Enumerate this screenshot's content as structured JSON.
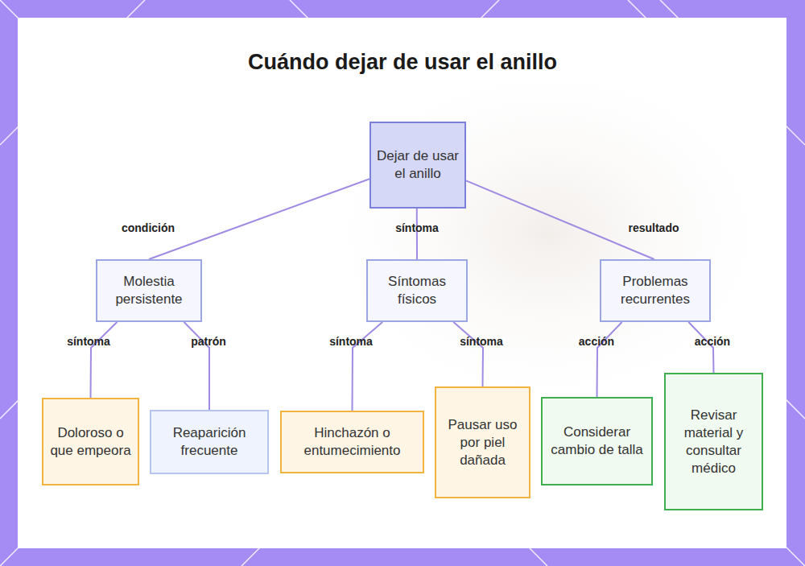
{
  "diagram": {
    "title": "Cuándo dejar de usar el anillo",
    "nodes": [
      {
        "text": [
          "Dejar de usar el anillo"
        ]
      },
      {
        "text": [
          "Molestia persistente"
        ]
      },
      {
        "text": [
          "Síntomas físicos"
        ]
      },
      {
        "text": [
          "Problemas recurrentes"
        ]
      },
      {
        "text": [
          "Doloroso o que empeora"
        ]
      },
      {
        "text": [
          "Reaparición frecuente"
        ]
      },
      {
        "text": [
          "Hinchazón o entumecimiento"
        ]
      },
      {
        "text": [
          "Pausar uso por piel dañada"
        ]
      },
      {
        "text": [
          "Considerar cambio de talla"
        ]
      },
      {
        "text": [
          "Revisar material y consultar médico"
        ]
      }
    ],
    "edges": [
      {
        "from": 0,
        "to": 1,
        "label": "condición",
        "arrow": "none"
      },
      {
        "from": 0,
        "to": 2,
        "label": "síntoma",
        "arrow": "none"
      },
      {
        "from": 0,
        "to": 3,
        "label": "resultado",
        "arrow": "none"
      },
      {
        "from": 1,
        "to": 4,
        "label": "síntoma",
        "arrow": "none"
      },
      {
        "from": 1,
        "to": 5,
        "label": "patrón",
        "arrow": "none"
      },
      {
        "from": 2,
        "to": 6,
        "label": "síntoma",
        "arrow": "none"
      },
      {
        "from": 2,
        "to": 7,
        "label": "síntoma",
        "arrow": "none"
      },
      {
        "from": 3,
        "to": 8,
        "label": "acción",
        "arrow": "none"
      },
      {
        "from": 3,
        "to": 9,
        "label": "acción",
        "arrow": "none"
      }
    ]
  }
}
